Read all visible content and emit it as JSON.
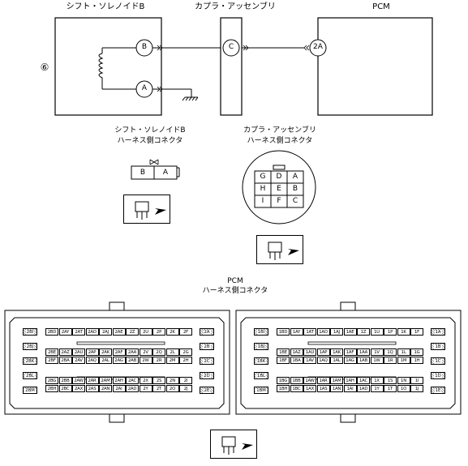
{
  "top": {
    "solenoid_title": "シフト・ソレノイドB",
    "coupler_title": "カプラ・アッセンブリ",
    "pcm_title": "PCM",
    "ref_mark": "⑥",
    "term_b": "B",
    "term_a": "A",
    "term_c": "C",
    "term_2a": "2A"
  },
  "mid": {
    "sol_conn_title_1": "シフト・ソレノイドB",
    "sol_conn_title_2": "ハーネス側コネクタ",
    "sol_pins": [
      "B",
      "A"
    ],
    "cup_conn_title_1": "カプラ・アッセンブリ",
    "cup_conn_title_2": "ハーネス側コネクタ",
    "cup_pins": [
      "G",
      "D",
      "A",
      "H",
      "E",
      "B",
      "I",
      "F",
      "C"
    ]
  },
  "pcm_conn": {
    "title_1": "PCM",
    "title_2": "ハーネス側コネクタ",
    "left": {
      "side_left": [
        "2BI",
        "2BJ",
        "2BK",
        "2BL",
        "2BM"
      ],
      "side_right": [
        "2A",
        "2B",
        "2C",
        "2D",
        "2E"
      ],
      "row1": [
        "2BD",
        "2AY",
        "2AT",
        "2AO",
        "2AJ",
        "2AE",
        "2Z",
        "2U",
        "2P",
        "2K",
        "2F"
      ],
      "row2": [
        "2BE",
        "2AZ",
        "2AU",
        "2AP",
        "2AK",
        "2AF",
        "2AA",
        "2V",
        "2Q",
        "2L",
        "2G"
      ],
      "row3": [
        "2BF",
        "2BA",
        "2AV",
        "2AQ",
        "2AL",
        "2AG",
        "2AB",
        "2W",
        "2R",
        "2M",
        "2H"
      ],
      "row4": [
        "2BG",
        "2BB",
        "2AW",
        "2AR",
        "2AM",
        "2AH",
        "2AC",
        "2X",
        "2S",
        "2N",
        "2I"
      ],
      "row5": [
        "2BH",
        "2BC",
        "2AX",
        "2AS",
        "2AN",
        "2AI",
        "2AD",
        "2Y",
        "2T",
        "2O",
        "2J"
      ]
    },
    "right": {
      "side_left": [
        "1BI",
        "1BJ",
        "1BK",
        "1BL",
        "1BM"
      ],
      "side_right": [
        "1A",
        "1B",
        "1C",
        "1D",
        "1E"
      ],
      "row1": [
        "1BD",
        "1AY",
        "1AT",
        "1AO",
        "1AJ",
        "1AE",
        "1Z",
        "1U",
        "1P",
        "1K",
        "1F"
      ],
      "row2": [
        "1BE",
        "1AZ",
        "1AU",
        "1AP",
        "1AK",
        "1AF",
        "1AA",
        "1V",
        "1Q",
        "1L",
        "1G"
      ],
      "row3": [
        "1BF",
        "1BA",
        "1AV",
        "1AQ",
        "1AL",
        "1AG",
        "1AB",
        "1W",
        "1R",
        "1M",
        "1H"
      ],
      "row4": [
        "1BG",
        "1BB",
        "1AW",
        "1AR",
        "1AM",
        "1AH",
        "1AC",
        "1X",
        "1S",
        "1N",
        "1I"
      ],
      "row5": [
        "1BH",
        "1BC",
        "1AX",
        "1AS",
        "1AN",
        "1AI",
        "1AD",
        "1Y",
        "1T",
        "1O",
        "1J"
      ]
    }
  }
}
